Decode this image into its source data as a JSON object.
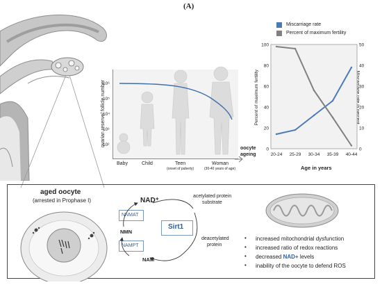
{
  "panel_label": "(A)",
  "follicle_plot": {
    "y_label": "ovarian reserve/ follicle number",
    "y_ticks": [
      "10⁶",
      "10⁵",
      "10⁴",
      "10³",
      "10²"
    ],
    "x_axis_arrow_label": [
      "oocyte",
      "ageing"
    ],
    "stages": [
      {
        "label": "Baby",
        "note": ""
      },
      {
        "label": "Child",
        "note": ""
      },
      {
        "label": "Teen",
        "note": "(onset of puberty)"
      },
      {
        "label": "Woman",
        "note": "(30-40 years of age)"
      }
    ],
    "curve_color": "#3d6fa8"
  },
  "chart_data": {
    "type": "line",
    "categories": [
      "20-24",
      "25-29",
      "30-34",
      "35-39",
      "40-44"
    ],
    "series": [
      {
        "name": "Miscarriage rate",
        "color": "#4a7ab8",
        "axis": "right",
        "values": [
          7,
          9,
          16,
          23,
          39
        ]
      },
      {
        "name": "Percent of maximum fertility",
        "color": "#808080",
        "axis": "left",
        "values": [
          98,
          96,
          56,
          30,
          3
        ]
      }
    ],
    "xlabel": "Age in years",
    "ylabel_left": "Percent of maximum fertility",
    "ylabel_right": "Miscarriage rate in percent",
    "ylim_left": [
      0,
      100
    ],
    "ylim_right": [
      0,
      50
    ],
    "yticks_left": [
      "100",
      "80",
      "60",
      "40",
      "20",
      "0"
    ],
    "yticks_right": [
      "50",
      "40",
      "30",
      "20",
      "10",
      "0"
    ],
    "legend_placement": "top"
  },
  "bottom": {
    "oocyte_title": "aged oocyte",
    "oocyte_subtitle": "(arrested in Prophase I)",
    "pathway": {
      "nad": "NAD⁺",
      "nnmat": "NNMAT",
      "nmn": "NMN",
      "nampt": "NAMPT",
      "nam": "NAM",
      "sirt1": "Sirt1",
      "acetylated": [
        "acetylated protein",
        "substrate"
      ],
      "deacetylated": [
        "deacetylated",
        "protein"
      ]
    },
    "bullets": [
      {
        "pre": "increased mitochondrial dysfunction",
        "hl": "",
        "post": ""
      },
      {
        "pre": "increased ratio of redox reactions",
        "hl": "",
        "post": ""
      },
      {
        "pre": "decreased ",
        "hl": "NAD+",
        "post": " levels"
      },
      {
        "pre": "inability  of the oocyte to defend ROS",
        "hl": "",
        "post": ""
      }
    ],
    "highlight_color": "#2f5fa0"
  }
}
